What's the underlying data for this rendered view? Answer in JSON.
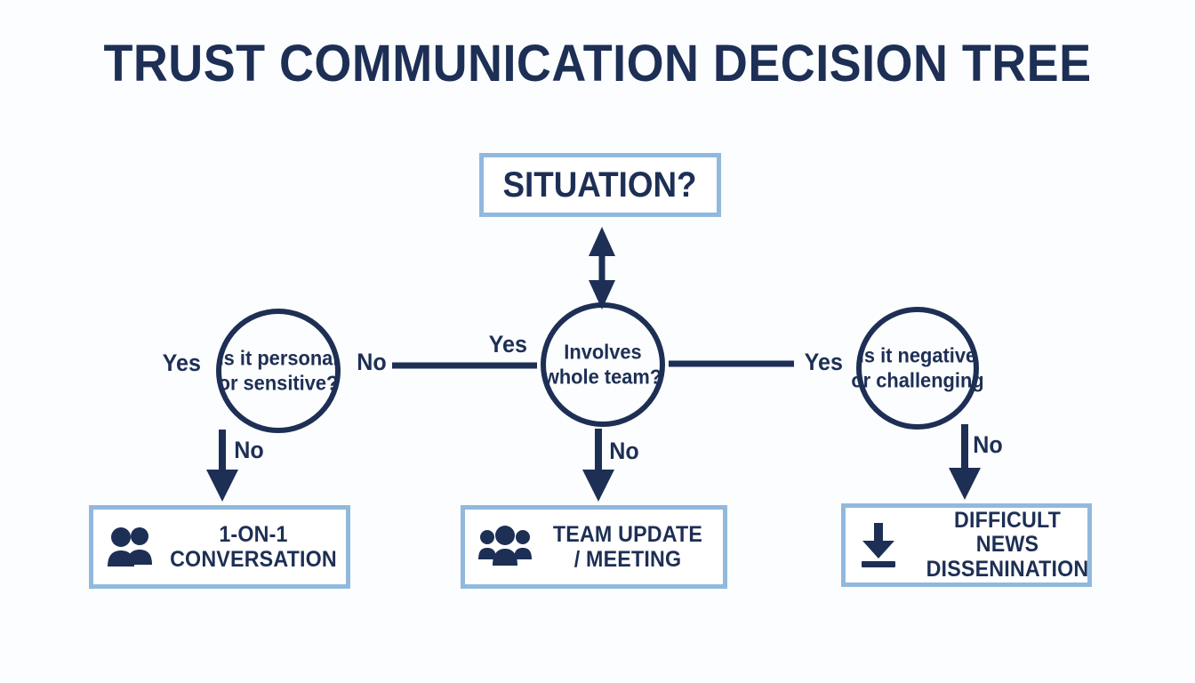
{
  "page": {
    "title": "TRUST COMMUNICATION DECISION TREE",
    "background_color": "#fcfdfe",
    "navy": "#1d2f55",
    "light_blue": "#91b9dd"
  },
  "nodes": {
    "root": {
      "label": "SITUATION?",
      "shape": "rectangle"
    },
    "decisions": [
      {
        "id": "personal",
        "label": "Is it personal\nor sensitive?",
        "shape": "circle"
      },
      {
        "id": "team",
        "label": "Involves\nwhole team?",
        "shape": "circle"
      },
      {
        "id": "negative",
        "label": "Is it negative\nor challenging",
        "shape": "circle"
      }
    ],
    "outcomes": [
      {
        "id": "one-on-one",
        "label": "1-ON-1\nCONVERSATION",
        "icon": "two-people-icon",
        "shape": "rectangle"
      },
      {
        "id": "team-update",
        "label": "TEAM UPDATE\n/ MEETING",
        "icon": "group-people-icon",
        "shape": "rectangle"
      },
      {
        "id": "difficult-news",
        "label": "DIFFICULT\nNEWS\nDISSENINATION",
        "icon": "download-arrow-icon",
        "shape": "rectangle"
      }
    ]
  },
  "edges": {
    "yes_left": "Yes",
    "no_left": "No",
    "yes_center": "Yes",
    "yes_right": "Yes",
    "no_down_left": "No",
    "no_down_center": "No",
    "no_down_right": "No"
  }
}
